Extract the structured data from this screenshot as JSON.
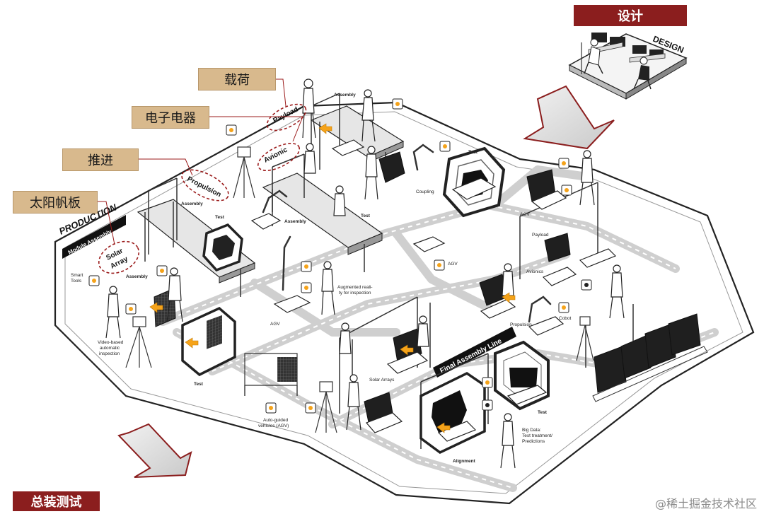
{
  "chinese_labels": {
    "design": "设计",
    "payload": "载荷",
    "avionics": "电子电器",
    "propulsion": "推进",
    "solar_array": "太阳帆板",
    "final_assembly_test": "总装测试"
  },
  "section_labels": {
    "design": "DESIGN",
    "production": "PRODUCTION",
    "module_assembly": "Module Assembly",
    "final_assembly_line": "Final Assembly Line"
  },
  "module_tags": {
    "payload": "Payload",
    "avionic": "Avionic",
    "propulsion": "Propulsion",
    "solar_array_1": "Solar",
    "solar_array_2": "Array"
  },
  "station_labels": {
    "assembly_top": "Assembly",
    "test_top_right": "Test",
    "coupling": "Coupling",
    "assembly_mid": "Assembly",
    "test_mid_1": "Test",
    "test_mid_2": "Test",
    "assembly_small": "Assembly",
    "agv_right": "AGV",
    "payload_right": "Payload",
    "agv_center": "AGV",
    "avionics_right": "Avionics",
    "propulsion_right": "Propulsion",
    "cobot": "Cobot",
    "smart_tools_1": "Smart",
    "smart_tools_2": "Tools",
    "assembly_left": "Assembly",
    "augmented_1": "Augmented reali-",
    "augmented_2": "ty for inspection",
    "agv_left": "AGV",
    "video_1": "Video-based",
    "video_2": "automatic",
    "video_3": "inspection",
    "test_left": "Test",
    "solar_arrays": "Solar Arrays",
    "auto_1": "Auto-guided",
    "auto_2": "vehicles (AGV)",
    "test_bottom": "Test",
    "bigdata_1": "Big Data:",
    "bigdata_2": "Test treatment/",
    "bigdata_3": "Predictions",
    "alignment": "Alignment"
  },
  "watermark": "@稀土掘金技术社区",
  "colors": {
    "accent_red": "#8b1e1e",
    "tan_box": "#d8b98d",
    "tan_border": "#b8976a",
    "floor_path": "#cfcfcf",
    "orange_highlight": "#f5a31a",
    "ink": "#222222",
    "dashed_oval": "#9b1b1b"
  }
}
